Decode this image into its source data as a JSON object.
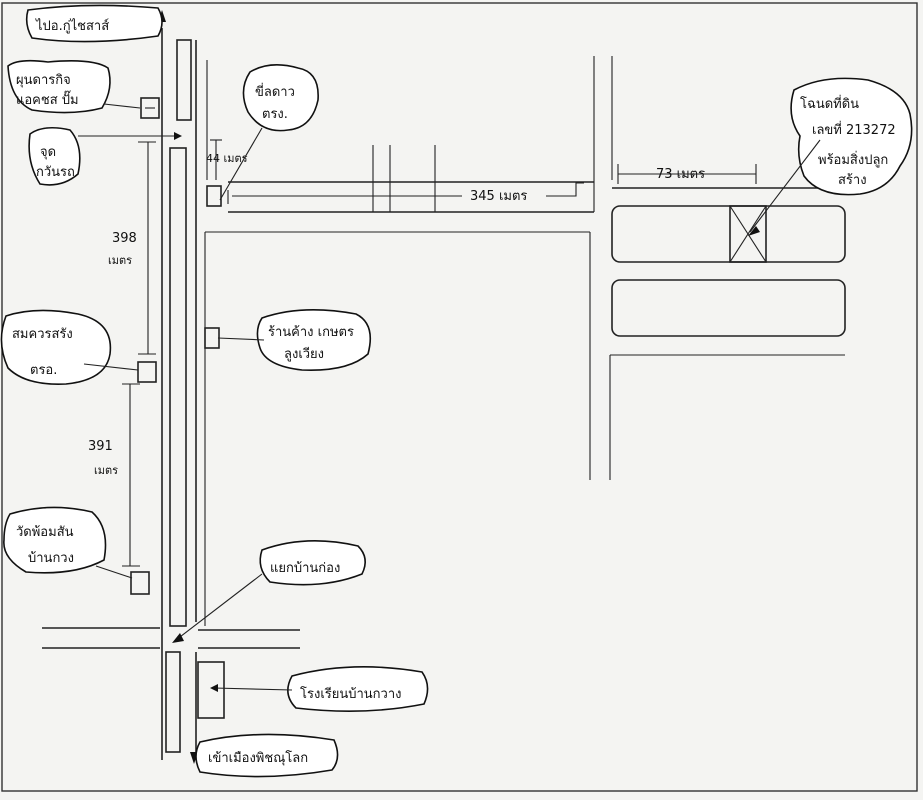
{
  "labels": {
    "to_kosum": "ไปอ.กู่ไชสาส์",
    "commerce_line1": "ผุนดารกิจ",
    "commerce_line2": "แอคชส ปั๊ม",
    "checkpoint_line1": "จุด",
    "checkpoint_line2": "กวันรถ",
    "police_line1": "ขี่ลดาว",
    "police_line2": "ตรง.",
    "dist_44": "44 เมตร",
    "dist_345": "345 เมตร",
    "dist_73": "73 เมตร",
    "dist_398_line1": "398",
    "dist_398_line2": "เมตร",
    "school_line1": "สมควรสรัง",
    "school_line2": "ตรอ.",
    "shop_line1": "ร้านค้าง เกษตร",
    "shop_line2": "ลูงเวียง",
    "dist_391_line1": "391",
    "dist_391_line2": "เมตร",
    "temple_line1": "วัดพ้อมสัน",
    "temple_line2": "บ้านกวง",
    "junction": "แยกบ้านก่อง",
    "school2": "โรงเรียนบ้านกวาง",
    "to_town": "เข้าเมืองพิชณุโลก",
    "land_line1": "โฉนดที่ดิน",
    "land_line2": "เลขที่ 213272",
    "land_line3": "พร้อมสิ่งปลูก",
    "land_line4": "สร้าง"
  },
  "icons": {
    "arrow": "arrow-icon",
    "marker": "location-marker-icon"
  }
}
